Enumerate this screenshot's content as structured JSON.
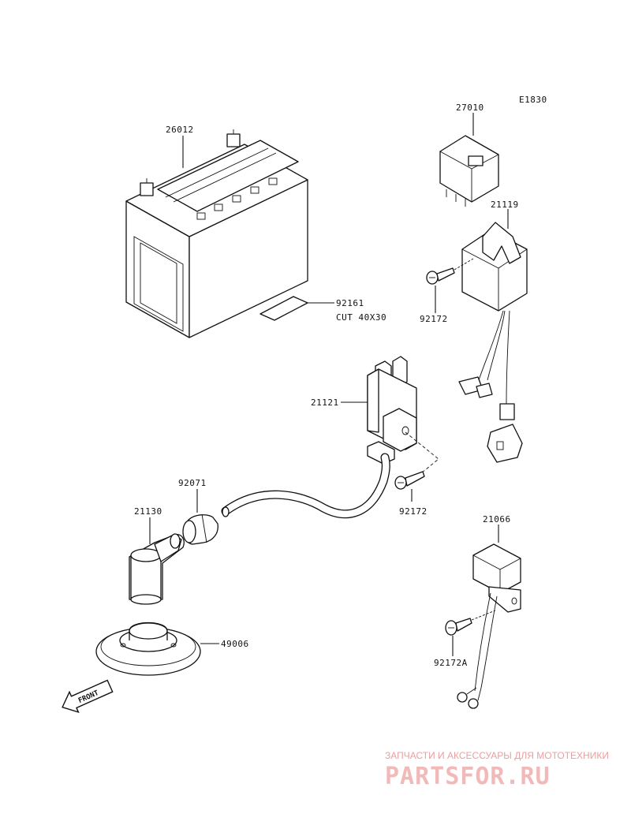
{
  "diagram": {
    "code": "E1830",
    "parts": [
      {
        "number": "26012"
      },
      {
        "number": "92161",
        "note": "CUT 40X30"
      },
      {
        "number": "27010"
      },
      {
        "number": "21119"
      },
      {
        "number": "92172"
      },
      {
        "number": "21121"
      },
      {
        "number": "92172"
      },
      {
        "number": "92071"
      },
      {
        "number": "21130"
      },
      {
        "number": "21066"
      },
      {
        "number": "49006"
      },
      {
        "number": "92172A"
      }
    ],
    "front_label": "FRONT"
  },
  "watermark": {
    "tagline": "ЗАПЧАСТИ И АКСЕССУАРЫ ДЛЯ МОТОТЕХНИКИ",
    "brand": "PARTSFOR.RU"
  }
}
